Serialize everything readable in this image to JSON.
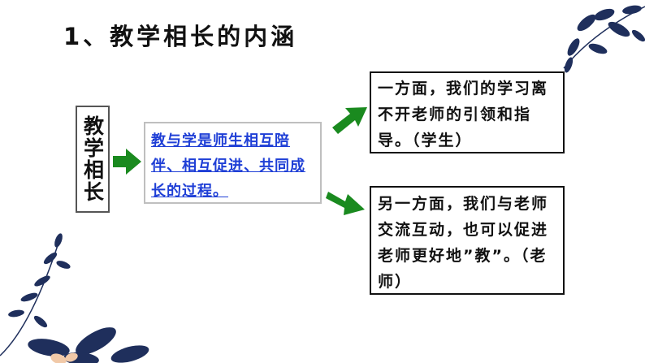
{
  "title": "1、教学相长的内涵",
  "left_box": {
    "text": "教学相长"
  },
  "center_box": {
    "text": "教与学是师生相互陪伴、相互促进、共同成长的过程。"
  },
  "right_top": {
    "text": "一方面，我们的学习离不开老师的引领和指导。（学生）"
  },
  "right_bottom": {
    "text": "另一方面，我们与老师交流互动，也可以促进老师更好地”教”。（老师）"
  },
  "colors": {
    "arrow_green": "#1a8a1f",
    "link_blue": "#1f3fd6",
    "leaf_navy": "#1f2f5c",
    "petal_peach": "#f1c9a8"
  }
}
